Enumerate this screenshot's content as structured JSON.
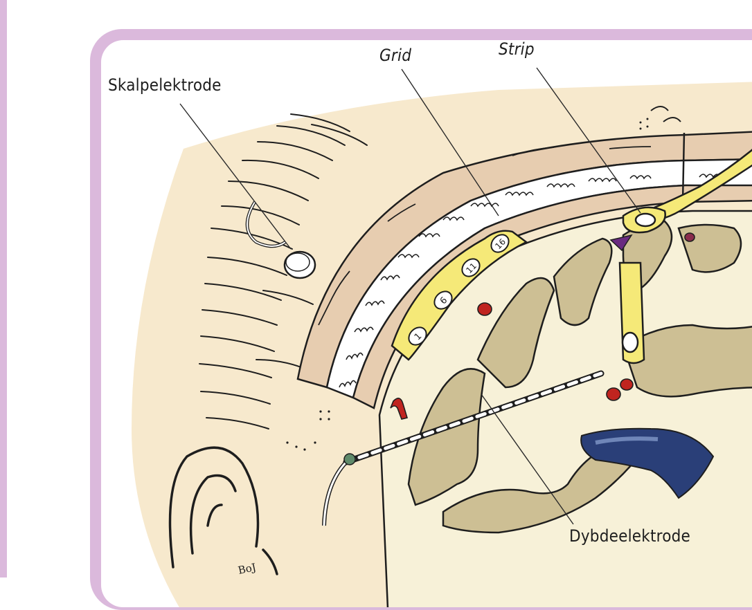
{
  "labels": {
    "scalp": "Skalpelektrode",
    "grid": "Grid",
    "strip": "Strip",
    "depth": "Dybdeelektrode"
  },
  "grid_contacts": [
    "1",
    "6",
    "11",
    "16"
  ],
  "signature": "BoJ",
  "colors": {
    "frame": "#dbb9dc",
    "scalp_skin": "#f7e9cd",
    "bone": "#e7cdb0",
    "cortex": "#cdbf94",
    "white_matter": "#f7f1d8",
    "electrode": "#f5e978",
    "vessel": "#c0241f",
    "ventricle": "#2a3f78",
    "sinus": "#6a2a80"
  }
}
